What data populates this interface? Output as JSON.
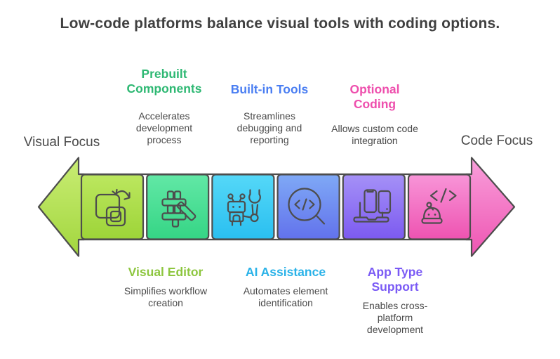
{
  "title": "Low-code platforms balance visual tools with coding options.",
  "axis_labels": {
    "left": "Visual Focus",
    "right": "Code Focus"
  },
  "colors": {
    "outline": "#4d4d4d",
    "title_text": "#404040",
    "body_text": "#4a4a4a",
    "shaft_fill": "#ffffff"
  },
  "arrow": {
    "left_head_gradient": [
      "#c9ed74",
      "#a2d63e"
    ],
    "right_head_gradient": [
      "#f99fdb",
      "#ee55b2"
    ]
  },
  "segments": [
    {
      "icon": "overlapping-squares-swap-icon",
      "gradient": [
        "#bce75f",
        "#9dd438"
      ]
    },
    {
      "icon": "stacked-blocks-icon",
      "gradient": [
        "#62e8a6",
        "#35d585"
      ]
    },
    {
      "icon": "robot-wrench-icon",
      "gradient": [
        "#55d8f8",
        "#2abff0"
      ]
    },
    {
      "icon": "code-magnifier-icon",
      "gradient": [
        "#7fa9f6",
        "#6272ec"
      ]
    },
    {
      "icon": "devices-icon",
      "gradient": [
        "#a591f7",
        "#7c5af0"
      ]
    },
    {
      "icon": "robot-code-icon",
      "gradient": [
        "#f895d8",
        "#ee53b1"
      ]
    }
  ],
  "features_top": [
    {
      "heading": "Prebuilt\nComponents",
      "heading_color": "#2eb873",
      "description": "Accelerates\ndevelopment\nprocess"
    },
    {
      "heading": "Built-in Tools",
      "heading_color": "#4a7ef2",
      "description": "Streamlines\ndebugging and\nreporting"
    },
    {
      "heading": "Optional\nCoding",
      "heading_color": "#ee4fad",
      "description": "Allows custom code\nintegration"
    }
  ],
  "features_bottom": [
    {
      "heading": "Visual Editor",
      "heading_color": "#8dc63f",
      "description": "Simplifies workflow\ncreation"
    },
    {
      "heading": "AI Assistance",
      "heading_color": "#29b2e8",
      "description": "Automates element\nidentification"
    },
    {
      "heading": "App Type\nSupport",
      "heading_color": "#7a5af5",
      "description": "Enables cross-\nplatform\ndevelopment"
    }
  ]
}
